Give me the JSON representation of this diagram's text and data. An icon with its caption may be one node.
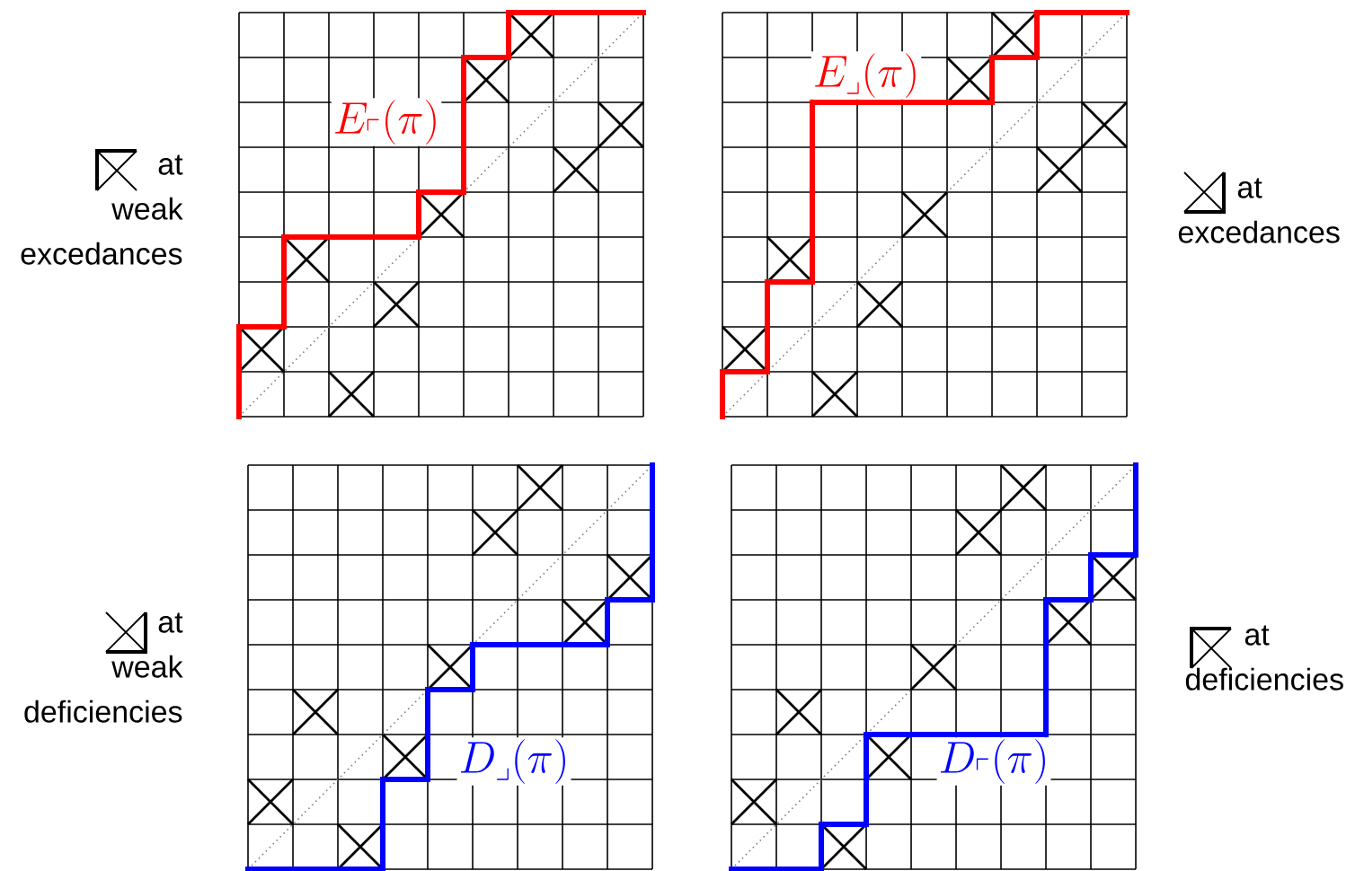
{
  "diagram": {
    "labels": [
      "E_{\\ulcorner}(\\pi)",
      "E_{\\lrcorner}(\\pi)",
      "at weak excedances",
      "at excedances",
      "at weak deficiencies",
      "D_{\\lrcorner}(\\pi)",
      "at deficiencies",
      "D_{\\ulcorner}(\\pi)"
    ]
  }
}
